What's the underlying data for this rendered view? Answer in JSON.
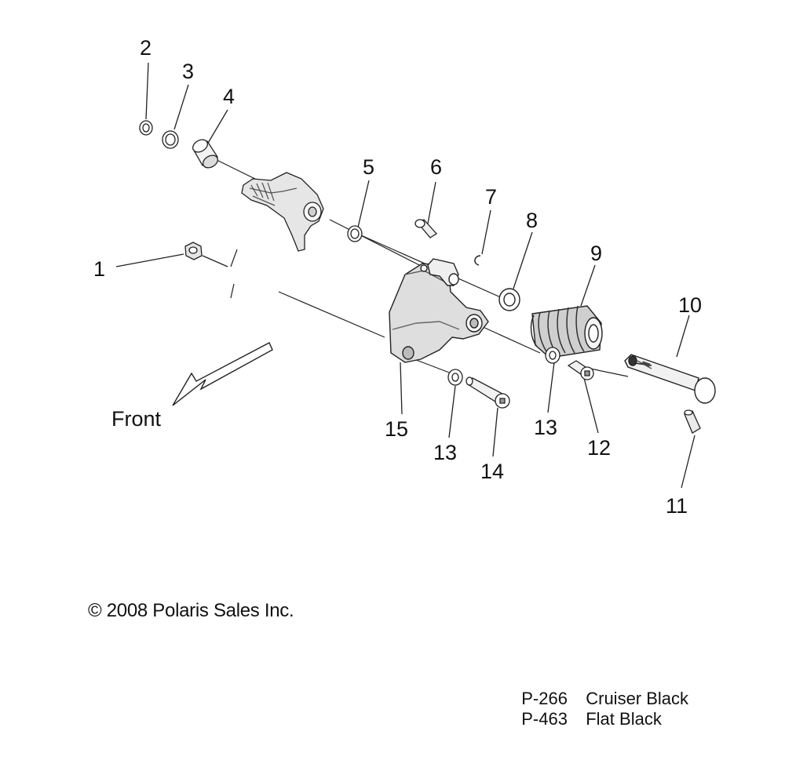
{
  "callouts": {
    "c1": "1",
    "c2": "2",
    "c3": "3",
    "c4": "4",
    "c5": "5",
    "c6": "6",
    "c7": "7",
    "c8": "8",
    "c9": "9",
    "c10": "10",
    "c11": "11",
    "c12": "12",
    "c13a": "13",
    "c13b": "13",
    "c14": "14",
    "c15": "15"
  },
  "direction_label": "Front",
  "copyright": "© 2008 Polaris Sales Inc.",
  "paint_codes": [
    {
      "code": "P-266",
      "name": "Cruiser Black"
    },
    {
      "code": "P-463",
      "name": "Flat Black"
    }
  ]
}
